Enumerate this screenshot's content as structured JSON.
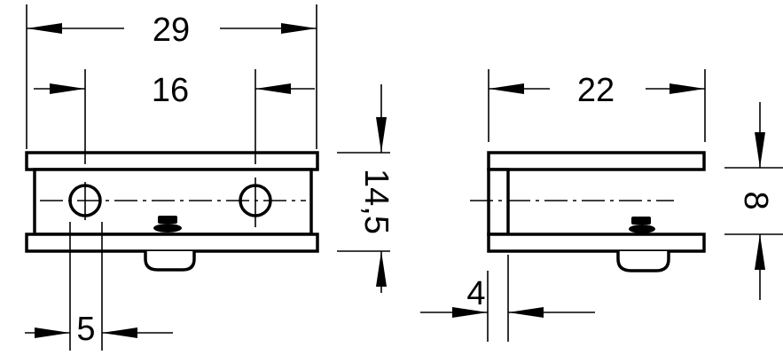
{
  "drawing": {
    "front_view": {
      "width_label": "29",
      "hole_spacing_label": "16",
      "height_label": "14,5",
      "hole_diameter_label": "5"
    },
    "side_view": {
      "depth_label": "22",
      "gap_label": "8",
      "wall_label": "4"
    }
  }
}
